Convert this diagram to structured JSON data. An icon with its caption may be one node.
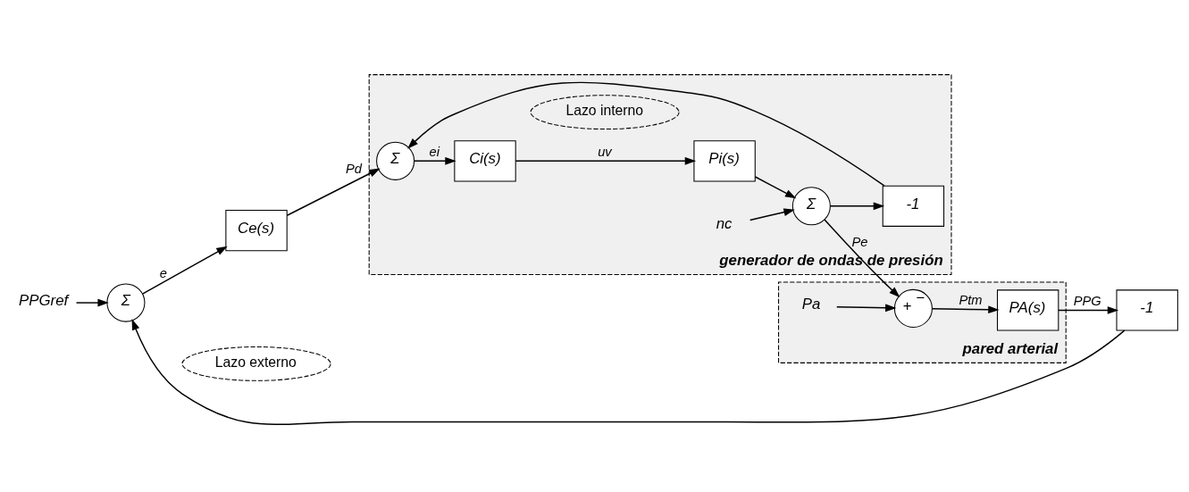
{
  "diagram": {
    "nodes": [
      {
        "text": [
          "generador de ondas de presión"
        ]
      },
      {
        "text": [
          "pared arterial"
        ]
      },
      {
        "text": [
          "PPGref"
        ]
      },
      {
        "text": [
          "Σ"
        ]
      },
      {
        "text": [
          "Ce(s)"
        ]
      },
      {
        "text": [
          "Σ"
        ],
        "in": 0
      },
      {
        "text": [
          "Ci(s)"
        ],
        "in": 0
      },
      {
        "text": [
          "Pi(s)"
        ],
        "in": 0
      },
      {
        "text": [
          "nc"
        ],
        "in": 0
      },
      {
        "text": [
          "Σ"
        ],
        "in": 0
      },
      {
        "text": [
          "Lazo interno"
        ],
        "in": 0
      },
      {
        "text": [
          "-1"
        ],
        "in": 0
      },
      {
        "text": [
          "Pa"
        ],
        "in": 1
      },
      {
        "text": [
          "+",
          "−"
        ],
        "in": 1
      },
      {
        "text": [
          "PA(s)"
        ],
        "in": 1
      },
      {
        "text": [
          "Lazo externo"
        ]
      },
      {
        "text": [
          "-1"
        ]
      }
    ],
    "edges": [
      {
        "from": 2,
        "to": 3,
        "arrow": "to"
      },
      {
        "from": 3,
        "to": 4,
        "label": "e",
        "arrow": "to"
      },
      {
        "from": 4,
        "to": 5,
        "label": "Pd",
        "arrow": "to"
      },
      {
        "from": 5,
        "to": 6,
        "label": "ei",
        "arrow": "to"
      },
      {
        "from": 6,
        "to": 7,
        "label": "uv",
        "arrow": "to"
      },
      {
        "from": 7,
        "to": 9,
        "arrow": "to"
      },
      {
        "from": 8,
        "to": 9,
        "arrow": "to"
      },
      {
        "from": 9,
        "to": 13,
        "label": "Pe",
        "arrow": "to"
      },
      {
        "from": 9,
        "to": 11,
        "arrow": "to"
      },
      {
        "from": 11,
        "to": 5,
        "arrow": "to"
      },
      {
        "from": 12,
        "to": 13,
        "arrow": "to"
      },
      {
        "from": 13,
        "to": 14,
        "label": "Ptm",
        "arrow": "to"
      },
      {
        "from": 14,
        "to": 16,
        "label": "PPG",
        "arrow": "to"
      },
      {
        "from": 16,
        "to": 3,
        "arrow": "to"
      }
    ]
  }
}
